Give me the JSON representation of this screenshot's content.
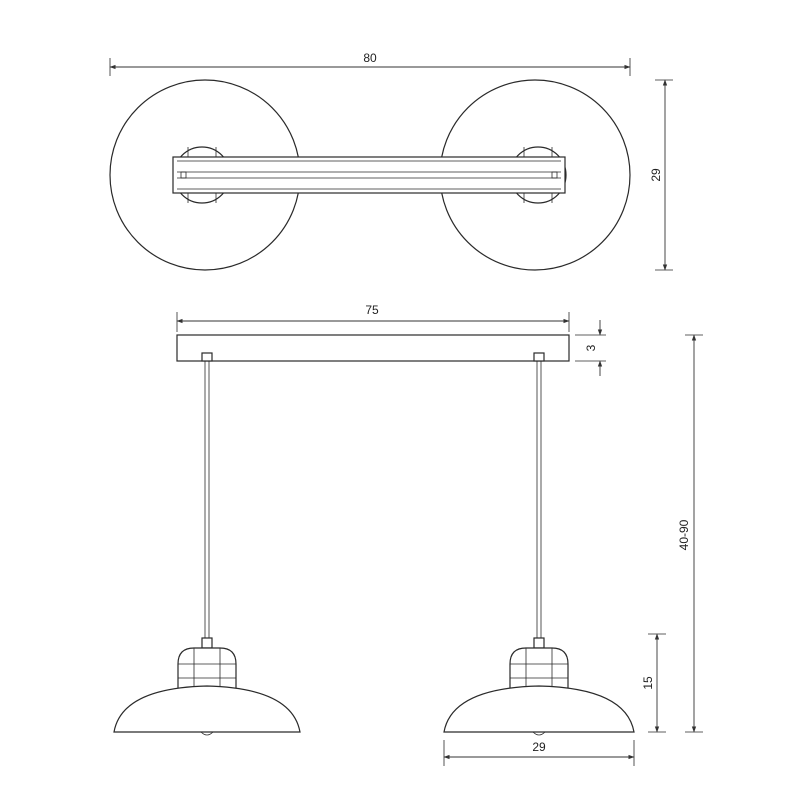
{
  "dimensions": {
    "total_width": "80",
    "top_view_depth": "29",
    "canopy_width": "75",
    "canopy_height": "3",
    "drop_range": "40-90",
    "shade_height": "15",
    "shade_diameter": "29"
  }
}
